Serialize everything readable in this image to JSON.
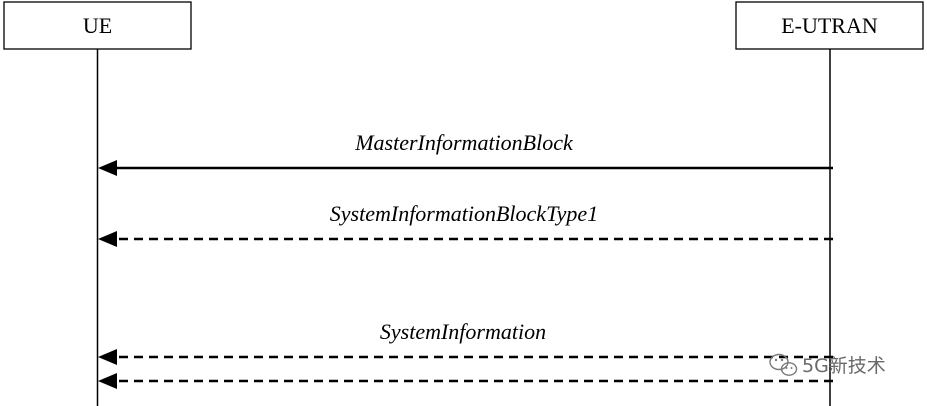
{
  "entities": {
    "ue": {
      "label": "UE"
    },
    "eutran": {
      "label": "E-UTRAN"
    }
  },
  "messages": [
    {
      "id": "mib",
      "label": "MasterInformationBlock",
      "from": "E-UTRAN",
      "to": "UE",
      "style": "solid"
    },
    {
      "id": "sib1",
      "label": "SystemInformationBlockType1",
      "from": "E-UTRAN",
      "to": "UE",
      "style": "dashed"
    },
    {
      "id": "si",
      "label": "SystemInformation",
      "from": "E-UTRAN",
      "to": "UE",
      "style": "dashed",
      "arrows": 2
    }
  ],
  "watermark": {
    "text": "5G新技术",
    "icon": "wechat-icon"
  }
}
